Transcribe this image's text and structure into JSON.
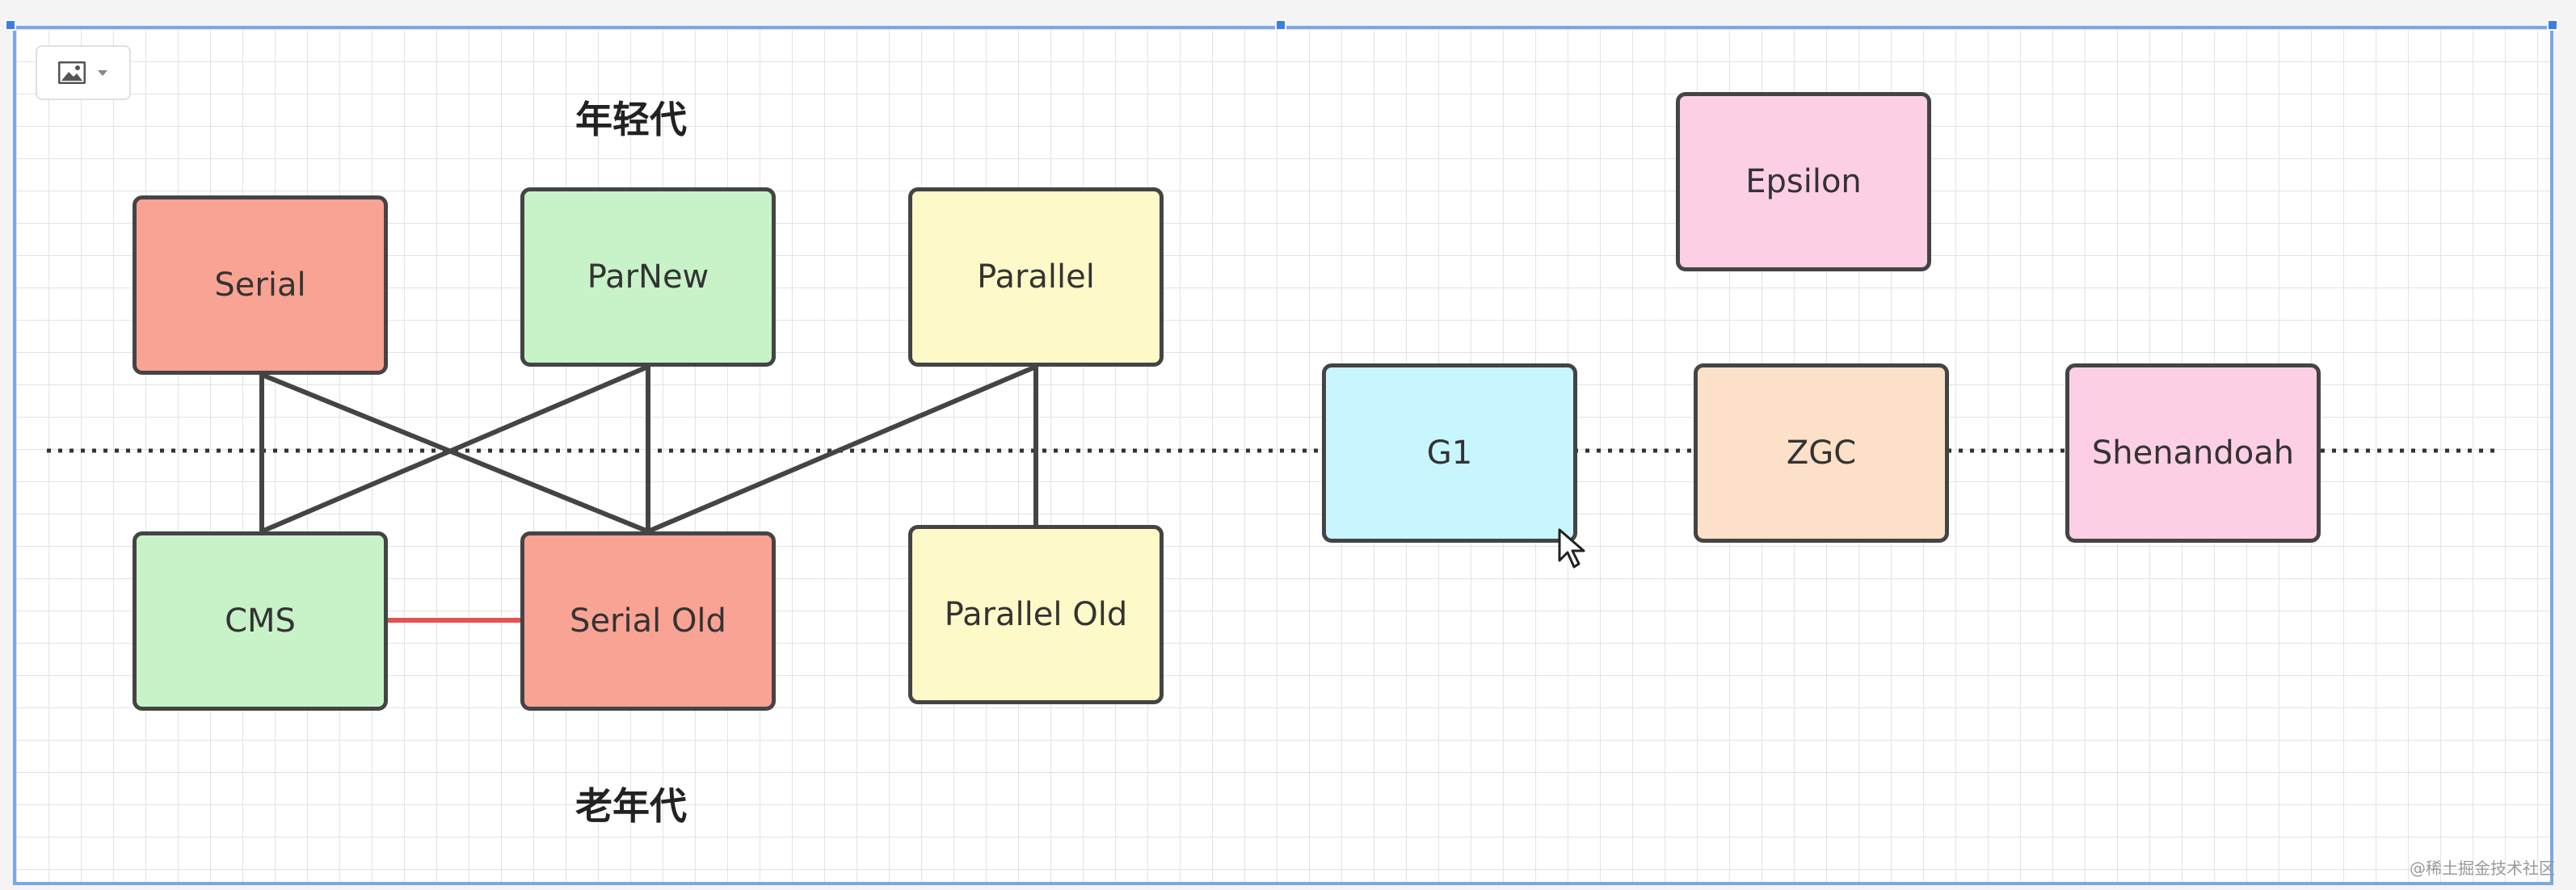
{
  "labels": {
    "young_gen": "年轻代",
    "old_gen": "老年代"
  },
  "collectors": {
    "serial": "Serial",
    "parnew": "ParNew",
    "parallel": "Parallel",
    "cms": "CMS",
    "serial_old": "Serial Old",
    "parallel_old": "Parallel Old",
    "g1": "G1",
    "zgc": "ZGC",
    "shenandoah": "Shenandoah",
    "epsilon": "Epsilon"
  },
  "colors": {
    "red_box": "#f9a394",
    "green_box": "#c8f2c8",
    "yellow_box": "#fef9c9",
    "cyan_box": "#c8f6ff",
    "peach_box": "#fce1c8",
    "pink_box": "#fccfe5",
    "red_link": "#e35252",
    "border": "#444444",
    "selection": "#3d7fe0"
  },
  "watermark": "@稀土掘金技术社区",
  "toolbar": {
    "icon": "image-icon",
    "dropdown_icon": "caret-down-icon"
  }
}
